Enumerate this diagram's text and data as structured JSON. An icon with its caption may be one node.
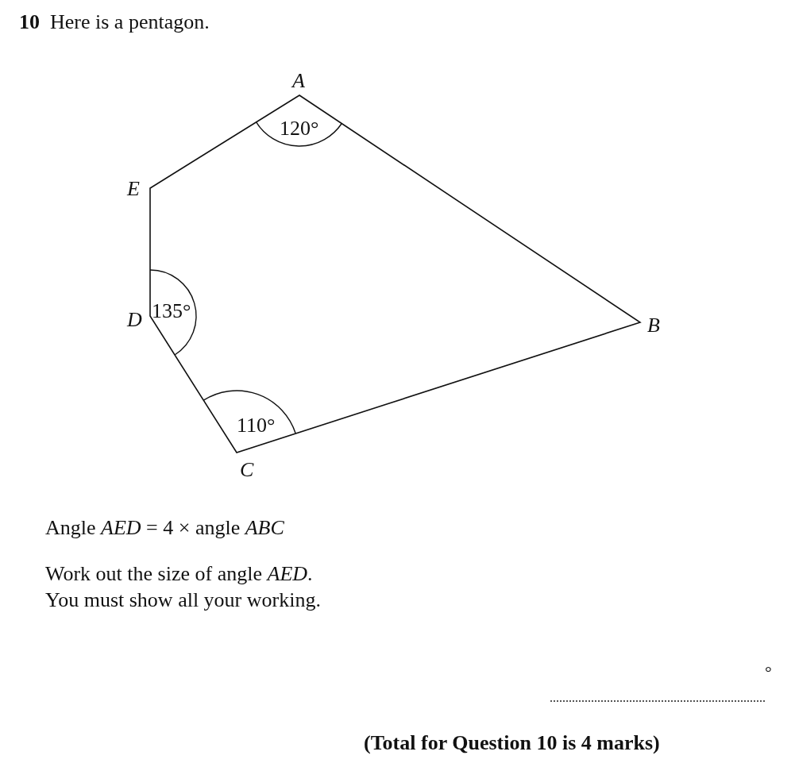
{
  "diagram": {
    "title": "**10** Here is a pentagon.",
    "labels": [
      "A",
      "120°",
      "E",
      "135°",
      "D",
      "B",
      "110°",
      "C",
      "Angle *AED* = 4 × angle *ABC*",
      "Work out the size of angle *AED*.",
      "You must show all your working.",
      "°",
      "(Total for Question 10 is 4 marks)"
    ]
  }
}
